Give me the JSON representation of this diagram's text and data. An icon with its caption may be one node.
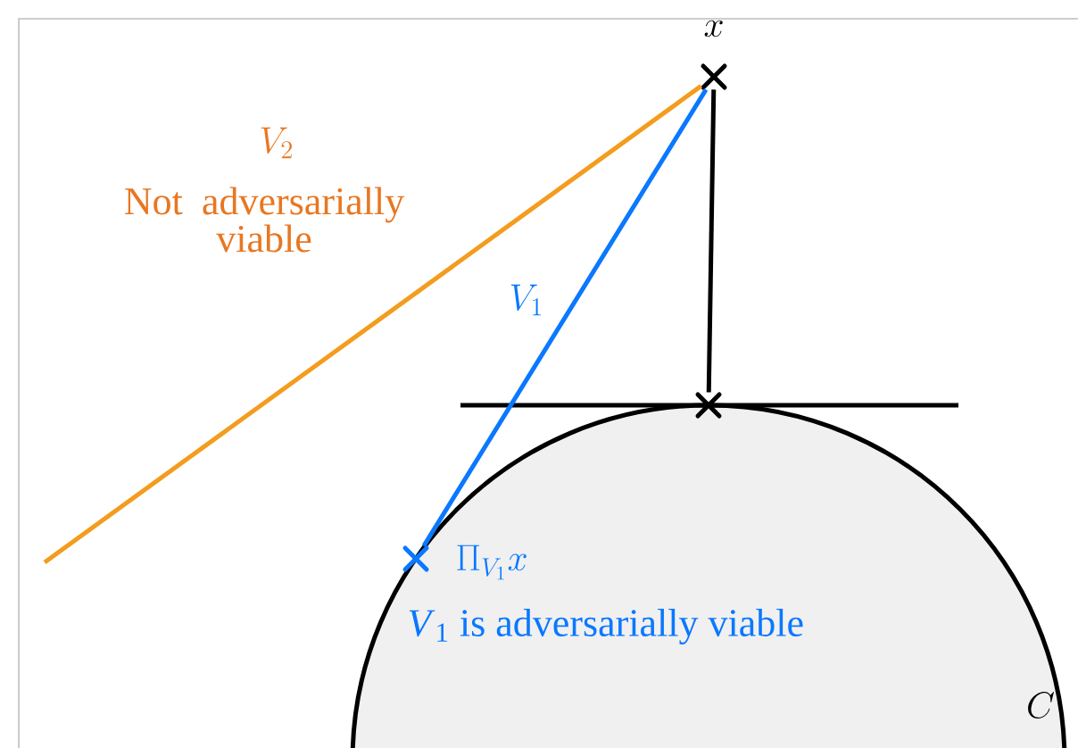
{
  "diagram": {
    "nodes": [
      {
        "text": [
          "x"
        ]
      },
      {
        "text": [],
        "shape": "cross"
      },
      {
        "text": [],
        "shape": "cross",
        "beside": [
          "\\Pi_{V_1}x",
          "*V*$_{1}$ is adversarially viable"
        ]
      },
      {
        "text": [
          "C"
        ]
      }
    ],
    "edges": [
      {
        "from": 0,
        "to": 1,
        "arrow": "none"
      },
      {
        "from": 0,
        "to": 2,
        "arrow": "none",
        "label": "V_1",
        "color": "#0a78ff"
      },
      {
        "from": null,
        "to": 0,
        "arrow": "none",
        "color": "#f39c1e"
      }
    ],
    "labels": [
      "V_2",
      "Not adversarially viable"
    ]
  }
}
